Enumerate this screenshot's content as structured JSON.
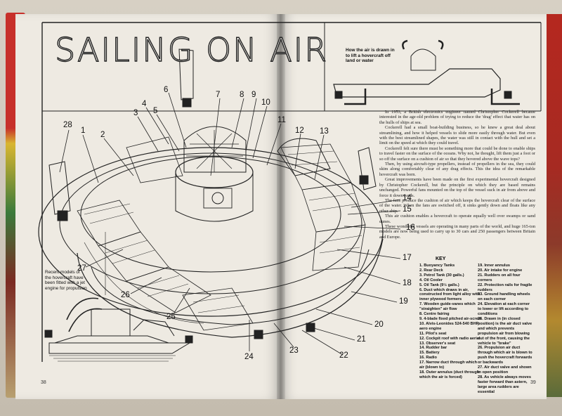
{
  "title": "SAILING ON AIR",
  "caption_top_right": "How the air is drawn in to lift a hovercraft off land or water",
  "caption_left": "Recent models of the hovercraft have been fitted with a jet engine for propulsion",
  "body_paragraphs": [
    "In 1953, a British electronics engineer named Christopher Cockerell became interested in the age-old problem of trying to reduce the 'drag' effect that water has on the hulls of ships at sea.",
    "Cockerell had a small boat-building business, so he knew a great deal about streamlining, and how it helped vessels to slide more easily through water. But even with the best streamlined shapes, the water was still in contact with the hull and set a limit on the speed at which they could travel.",
    "Cockerell felt sure there must be something more that could be done to enable ships to travel faster on the surface of the oceans. Why not, he thought, lift them just a foot or so off the surface on a cushion of air so that they hovered above the wave tops?",
    "Then, by using aircraft-type propellers, instead of propellers in the sea, they could skim along comfortably clear of any drag effects. This the idea of the remarkable hovercraft was born.",
    "Great improvements have been made on the first experimental hovercraft designed by Christopher Cockerell, but the principle on which they are based remains unchanged. Powerful fans mounted on the top of the vessel suck in air from above and force it downwards.",
    "The fans produce the cushion of air which keeps the hovercraft clear of the surface of the water. When the fans are switched off, it sinks gently down and floats like any other ship.",
    "This air cushion enables a hovercraft to operate equally well over swamps or sand dunes.",
    "These wonderful vessels are operating in many parts of the world, and huge 165-ton models are now being used to carry up to 30 cars and 250 passengers between Britain and Europe."
  ],
  "key": {
    "title": "KEY",
    "col1": [
      "1. Buoyancy Tanks",
      "2. Rear Deck",
      "3. Petrol Tank (30 galls.)",
      "4. Oil Cooler",
      "5. Oil Tank (9½ galls.)",
      "6. Duct which draws in air, constructed from light alloy with inner plywood formers",
      "7. Wooden guide-vanes which \"straighten\" air flow",
      "8. Centre fairing",
      "9. 4-blade fixed pitched air-screw",
      "10. Alvis-Leonides 524-540 BHP aero engine",
      "11. Pilot's seat",
      "12. Cockpit roof with radio aerial",
      "13. Observer's seat",
      "14. Rudder bar",
      "15. Battery",
      "16. Radio",
      "17. Narrow duct through which air (blown to)",
      "18. Outer annulus (duct through which the air is forced)"
    ],
    "col2": [
      "19. Inner annulus",
      "20. Air intake for engine",
      "21. Rudders on all four corners",
      "22. Protection rails for fragile rudders",
      "23. Ground handling wheels on each corner",
      "24. Elevation at each corner to lower or lift according to conditions",
      "25. Drawn in (in closed position) is the air duct valve and which prevents propulsion air from blowing out of the front, causing the vehicle to \"brake\"",
      "26. Propulsion air duct through which air is blown to push the hovercraft forwards or backwards",
      "27. Air duct valve and shown in open position",
      "28. As vehicle always moves faster forward than astern, large area rudders are essential"
    ]
  },
  "callouts": [
    "1",
    "2",
    "3",
    "4",
    "5",
    "6",
    "7",
    "8",
    "9",
    "10",
    "11",
    "12",
    "13",
    "14",
    "15",
    "16",
    "17",
    "18",
    "19",
    "20",
    "21",
    "22",
    "23",
    "24",
    "25",
    "26",
    "27",
    "28"
  ],
  "page_numbers": {
    "left": "38",
    "right": "39"
  }
}
